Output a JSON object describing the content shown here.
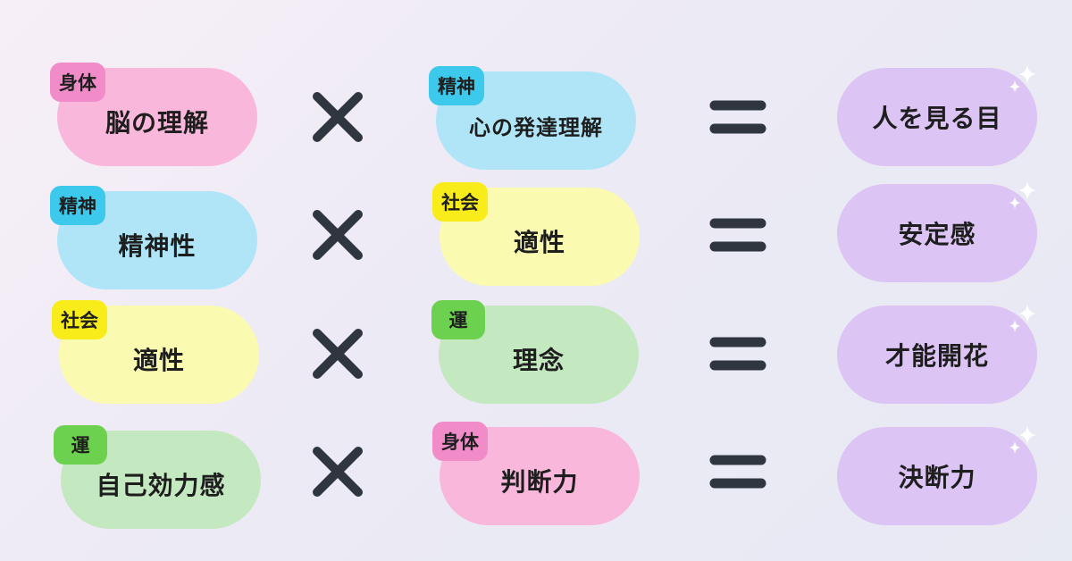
{
  "rows": [
    {
      "left": {
        "tag": "身体",
        "label": "脳の理解",
        "color": "pink"
      },
      "right": {
        "tag": "精神",
        "label": "心の発達理解",
        "color": "blue"
      },
      "result": "人を見る目"
    },
    {
      "left": {
        "tag": "精神",
        "label": "精神性",
        "color": "blue"
      },
      "right": {
        "tag": "社会",
        "label": "適性",
        "color": "yellow"
      },
      "result": "安定感"
    },
    {
      "left": {
        "tag": "社会",
        "label": "適性",
        "color": "yellow"
      },
      "right": {
        "tag": "運",
        "label": "理念",
        "color": "green"
      },
      "result": "才能開花"
    },
    {
      "left": {
        "tag": "運",
        "label": "自己効力感",
        "color": "green"
      },
      "right": {
        "tag": "身体",
        "label": "判断力",
        "color": "pink"
      },
      "result": "決断力"
    }
  ],
  "operators": {
    "multiply": "times-icon",
    "equals": "equals-icon"
  },
  "colors": {
    "pink": "#f9b7db",
    "blue": "#b0e5f7",
    "yellow": "#fafbb0",
    "green": "#c4e8bf",
    "purple": "#dcc4f4",
    "operator": "#2f3640"
  }
}
